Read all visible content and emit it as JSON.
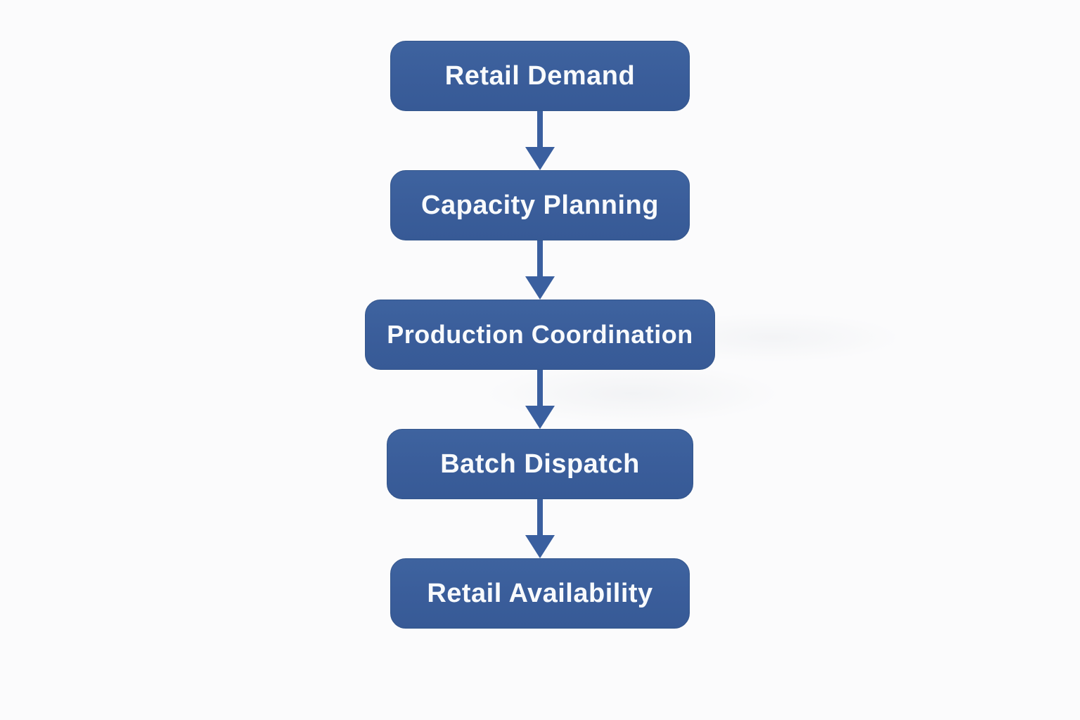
{
  "diagram": {
    "type": "flowchart",
    "direction": "top-down",
    "background_color": "#fbfbfc",
    "node_fill_color": "#3b5f9c",
    "node_text_color": "#f8fafc",
    "arrow_color": "#3a5f9f",
    "nodes": [
      {
        "id": "retail-demand",
        "label": "Retail Demand"
      },
      {
        "id": "capacity-planning",
        "label": "Capacity Planning"
      },
      {
        "id": "production-coordination",
        "label": "Production Coordination"
      },
      {
        "id": "batch-dispatch",
        "label": "Batch Dispatch"
      },
      {
        "id": "retail-availability",
        "label": "Retail Availability"
      }
    ],
    "edges": [
      {
        "from": "retail-demand",
        "to": "capacity-planning"
      },
      {
        "from": "capacity-planning",
        "to": "production-coordination"
      },
      {
        "from": "production-coordination",
        "to": "batch-dispatch"
      },
      {
        "from": "batch-dispatch",
        "to": "retail-availability"
      }
    ]
  }
}
